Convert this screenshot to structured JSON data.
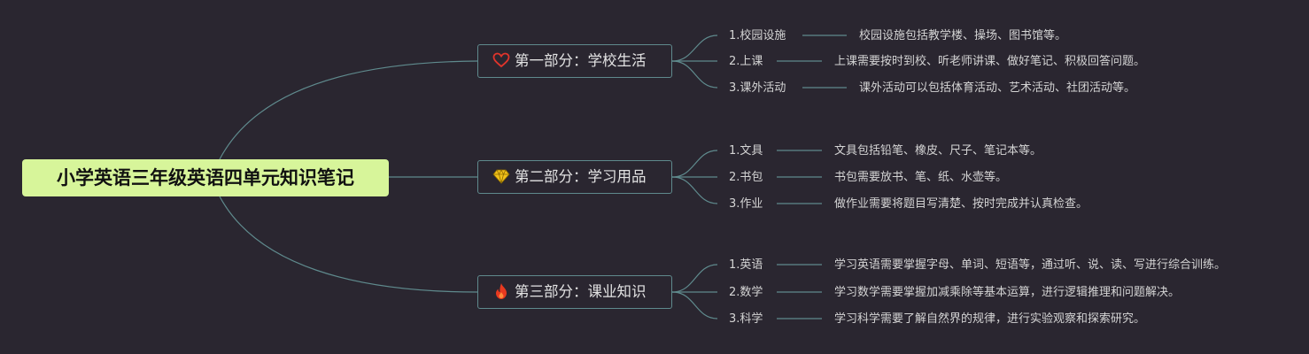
{
  "root": {
    "title": "小学英语三年级英语四单元知识笔记"
  },
  "sections": [
    {
      "title": "第一部分：学校生活",
      "icon": "heart-icon",
      "icon_color": "#e0342b",
      "items": [
        {
          "label": "1.校园设施",
          "desc": "校园设施包括教学楼、操场、图书馆等。"
        },
        {
          "label": "2.上课",
          "desc": "上课需要按时到校、听老师讲课、做好笔记、积极回答问题。"
        },
        {
          "label": "3.课外活动",
          "desc": "课外活动可以包括体育活动、艺术活动、社团活动等。"
        }
      ]
    },
    {
      "title": "第二部分：学习用品",
      "icon": "diamond-icon",
      "icon_color": "#f2c21a",
      "items": [
        {
          "label": "1.文具",
          "desc": "文具包括铅笔、橡皮、尺子、笔记本等。"
        },
        {
          "label": "2.书包",
          "desc": "书包需要放书、笔、纸、水壶等。"
        },
        {
          "label": "3.作业",
          "desc": "做作业需要将题目写清楚、按时完成并认真检查。"
        }
      ]
    },
    {
      "title": "第三部分：课业知识",
      "icon": "fire-icon",
      "icon_color": "#e8391f",
      "items": [
        {
          "label": "1.英语",
          "desc": "学习英语需要掌握字母、单词、短语等，通过听、说、读、写进行综合训练。"
        },
        {
          "label": "2.数学",
          "desc": "学习数学需要掌握加减乘除等基本运算，进行逻辑推理和问题解决。"
        },
        {
          "label": "3.科学",
          "desc": "学习科学需要了解自然界的规律，进行实验观察和探索研究。"
        }
      ]
    }
  ],
  "colors": {
    "background": "#2a2630",
    "root_fill": "#d7f59a",
    "connector": "#5f8a8d",
    "text": "#d4d4d4"
  }
}
